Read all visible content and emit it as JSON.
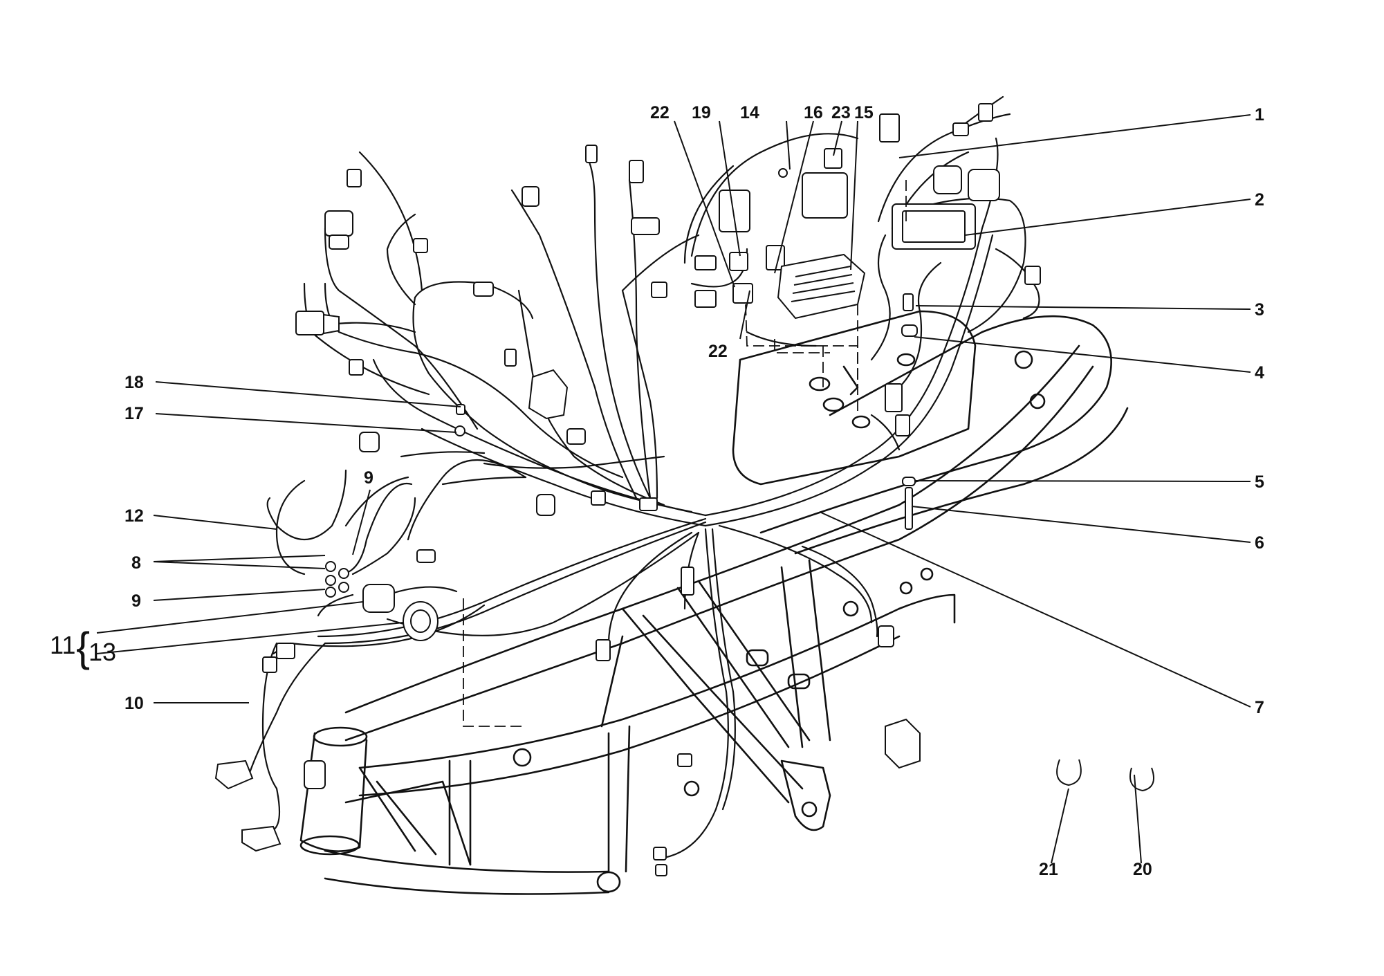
{
  "diagram": {
    "callouts": [
      {
        "id": "1",
        "text": "1"
      },
      {
        "id": "2",
        "text": "2"
      },
      {
        "id": "3",
        "text": "3"
      },
      {
        "id": "4",
        "text": "4"
      },
      {
        "id": "5",
        "text": "5"
      },
      {
        "id": "6",
        "text": "6"
      },
      {
        "id": "7",
        "text": "7"
      },
      {
        "id": "8",
        "text": "8"
      },
      {
        "id": "9a",
        "text": "9"
      },
      {
        "id": "9b",
        "text": "9"
      },
      {
        "id": "10",
        "text": "10"
      },
      {
        "id": "11",
        "text": "11"
      },
      {
        "id": "12",
        "text": "12"
      },
      {
        "id": "13",
        "text": "13"
      },
      {
        "id": "14",
        "text": "14"
      },
      {
        "id": "15",
        "text": "15"
      },
      {
        "id": "16",
        "text": "16"
      },
      {
        "id": "17",
        "text": "17"
      },
      {
        "id": "18",
        "text": "18"
      },
      {
        "id": "19",
        "text": "19"
      },
      {
        "id": "20",
        "text": "20"
      },
      {
        "id": "21",
        "text": "21"
      },
      {
        "id": "22a",
        "text": "22"
      },
      {
        "id": "22b",
        "text": "22"
      },
      {
        "id": "23",
        "text": "23"
      }
    ],
    "bracket_symbol": "{"
  }
}
